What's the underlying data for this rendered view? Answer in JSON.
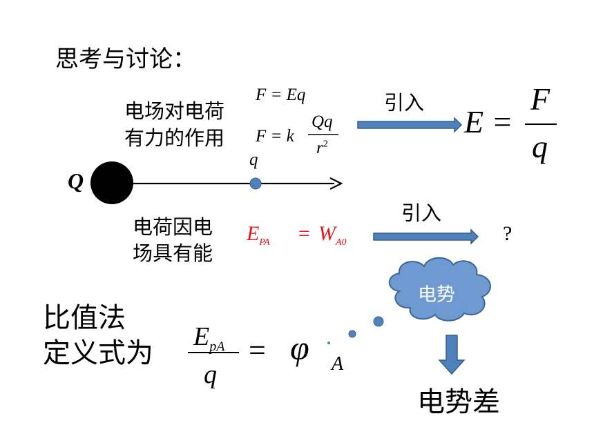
{
  "title": "思考与讨论：",
  "field_force": {
    "line1": "电场对电荷",
    "line2": "有力的作用",
    "formula1": "F = Eq",
    "formula2_left": "F = k",
    "formula2_num": "Qq",
    "formula2_den": "r",
    "formula2_den_exp": "2",
    "arrow_label": "引入",
    "result_left": "E =",
    "result_num": "F",
    "result_den": "q"
  },
  "charge_line": {
    "source_label": "Q",
    "test_label": "q"
  },
  "energy": {
    "line1": "电荷因电",
    "line2": "场具有能",
    "formula_E": "E",
    "formula_E_sub": "PA",
    "formula_eq": "=",
    "formula_W": "W",
    "formula_W_sub": "A0",
    "arrow_label": "引入",
    "question": "?"
  },
  "ratio_definition": {
    "line1": "比值法",
    "line2": "定义式为",
    "frac_num": "E",
    "frac_num_sub": "pA",
    "frac_den": "q",
    "equals": "=",
    "phi": "φ",
    "phi_sub": "A"
  },
  "cloud": {
    "label": "电势"
  },
  "conclusion": "电势差",
  "colors": {
    "arrow_fill": "#4f81bd",
    "arrow_stroke": "#385d8a",
    "cloud_fill": "#6f9ad1",
    "cloud_stroke": "#3c6496",
    "formula_red": "#e8141b",
    "charge_black": "#000000",
    "test_charge": "#4f81bd"
  }
}
